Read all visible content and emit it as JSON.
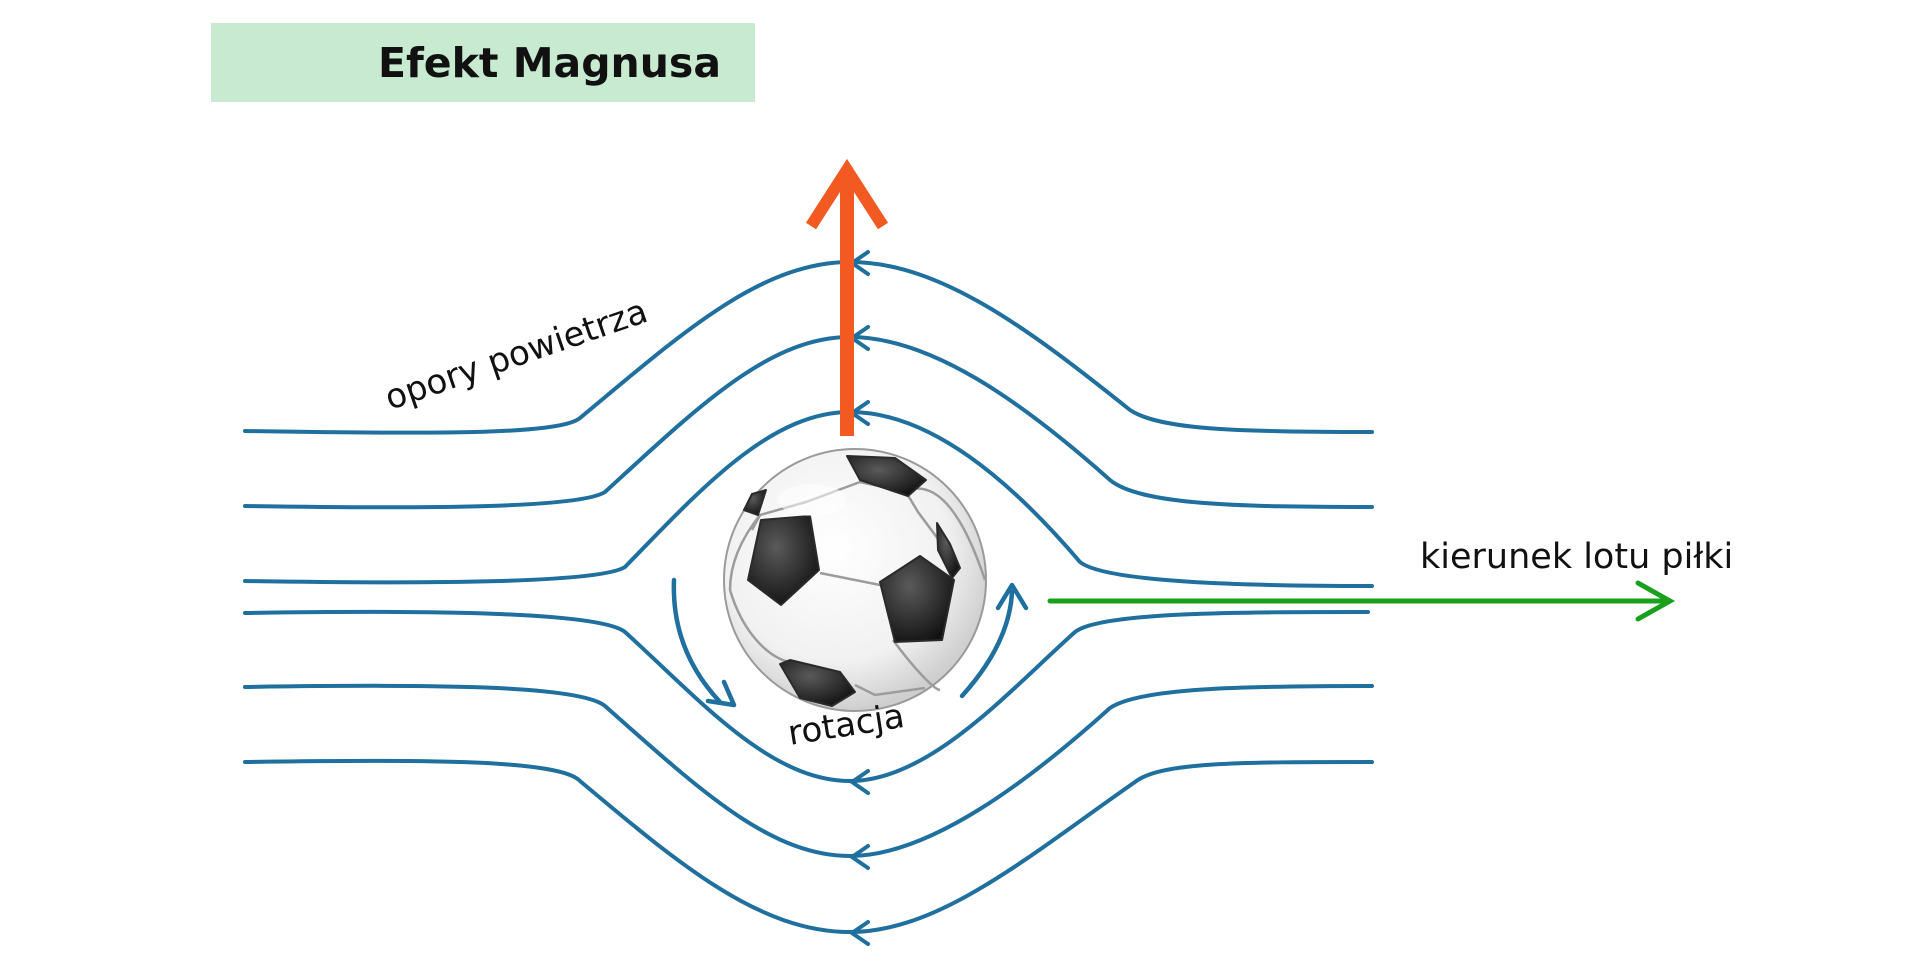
{
  "title": "Efekt Magnusa",
  "labels": {
    "air_resistance": "opory powietrza",
    "rotation": "rotacja",
    "flight_direction": "kierunek lotu piłki"
  },
  "colors": {
    "title_background": "#c8ead0",
    "streamline": "#1f6f9f",
    "magnus_force": "#f25a22",
    "flight_direction": "#19a01c",
    "ball_black": "#1a1a1a",
    "ball_white": "#ffffff",
    "text": "#111111"
  },
  "icons": {
    "ball": "soccer-ball-icon"
  }
}
